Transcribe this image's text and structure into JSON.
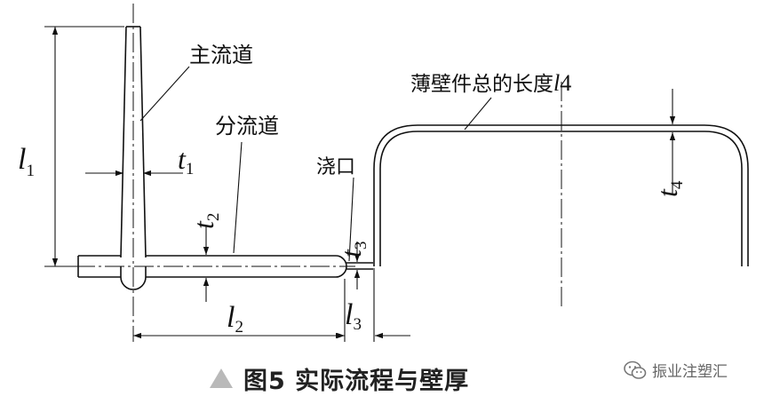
{
  "figure": {
    "labels": {
      "main_runner": "主流道",
      "branch_runner": "分流道",
      "gate": "浇口",
      "part_length": "薄壁件总的长度",
      "part_length_var": "l",
      "part_length_num": "4"
    },
    "dims": {
      "l1": {
        "sym": "l",
        "sub": "1"
      },
      "t1": {
        "sym": "t",
        "sub": "1"
      },
      "t2": {
        "sym": "t",
        "sub": "2"
      },
      "t3": {
        "sym": "t",
        "sub": "3"
      },
      "t4": {
        "sym": "t",
        "sub": "4"
      },
      "l2": {
        "sym": "l",
        "sub": "2"
      },
      "l3": {
        "sym": "l",
        "sub": "3"
      }
    }
  },
  "caption": {
    "text": "图5 实际流程与壁厚"
  },
  "watermark": {
    "text": "振业注塑汇"
  }
}
